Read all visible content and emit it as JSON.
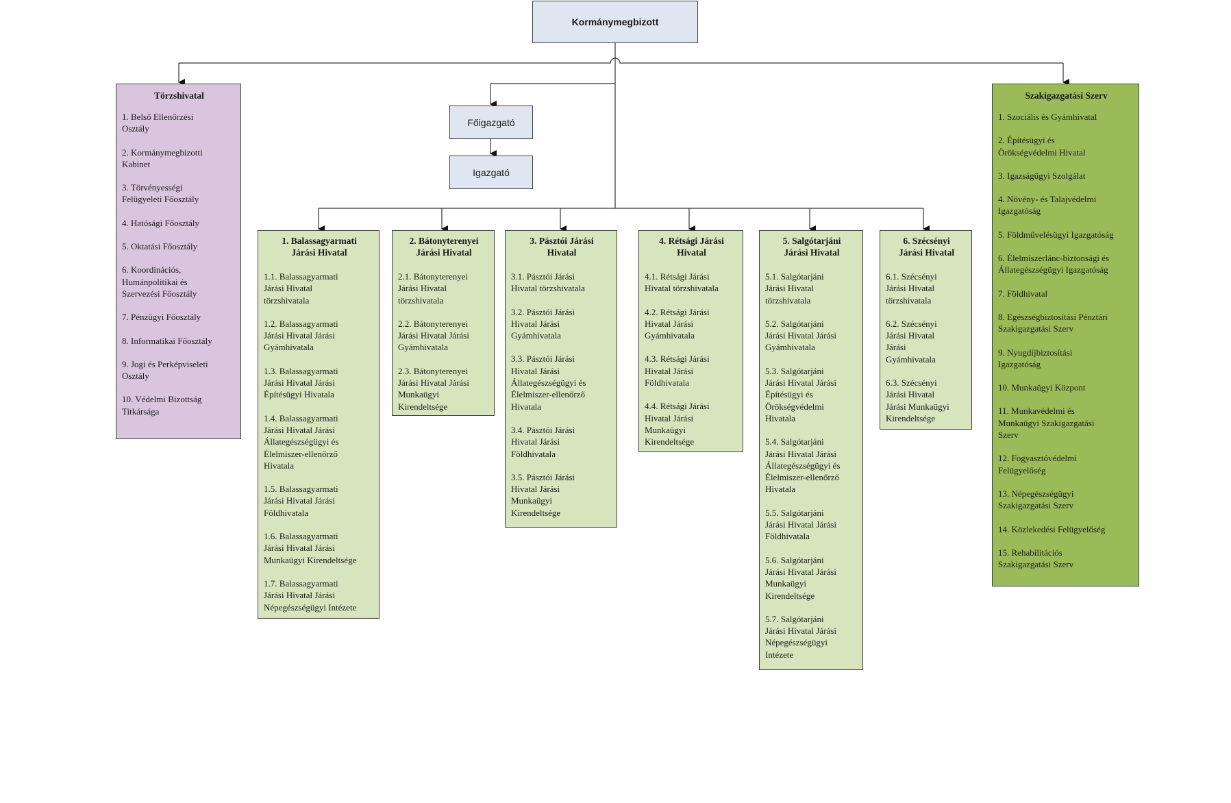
{
  "top": "Kormánymegbizott",
  "foigazgato": "Főigazgató",
  "igazgato": "Igazgató",
  "torzshivatal": {
    "title": "Törzshivatal",
    "items": [
      "1. Belső Ellenőrzési\nOsztály",
      "2. Kormánymegbizotti\nKabinet",
      "3. Törvényességi\nFelügyeleti Főosztály",
      "4. Hatósági Főosztály",
      "5. Oktatási Főosztály",
      "6. Koordinációs,\nHumánpolitikai és\nSzervezési Főosztály",
      "7. Pénzügyi Főosztály",
      "8. Informatikai Főosztály",
      "9. Jogi és Perképviseleti\nOsztály",
      "10. Védelmi Bizottság\nTitkársága"
    ]
  },
  "szakigazgatasi": {
    "title": "Szakigazgatási Szerv",
    "items": [
      "1. Szociális és Gyámhivatal",
      "2. Építésügyi és\nÖrökségvédelmi Hivatal",
      "3. Igazságügyi Szolgálat",
      "4. Növény- és Talajvédelmi\nIgazgatóság",
      "5. Földművelésügyi Igazgatóság",
      "6. Élelmiszerlánc-biztonsági és\nÁllategészségügyi Igazgatóság",
      "7. Földhivatal",
      "8. Egészségbiztosítási Pénztári\nSzakigazgatási Szerv",
      "9. Nyugdíjbiztosítási\nIgazgatóság",
      "10. Munkaügyi Központ",
      "11. Munkavédelmi és\nMunkaügyi Szakigazgatási\nSzerv",
      "12. Fogyasztóvédelmi\nFelügyelőség",
      "13. Népegészségügyi\nSzakigazgatási Szerv",
      "14. Közlekedési Felügyelőség",
      "15. Rehabilitációs\nSzakigazgatási Szerv"
    ]
  },
  "jarasi": [
    {
      "title": "1. Balassagyarmati\nJárási Hivatal",
      "items": [
        "1.1. Balassagyarmati\nJárási Hivatal\ntörzshivatala",
        "1.2. Balassagyarmati\nJárási Hivatal Járási\nGyámhivatala",
        "1.3. Balassagyarmati\nJárási Hivatal Járási\nÉpítésügyi Hivatala",
        "1.4. Balassagyarmati\nJárási Hivatal Járási\nÁllategészségügyi és\nÉlelmiszer-ellenőrző\nHivatala",
        "1.5. Balassagyarmati\nJárási Hivatal Járási\nFöldhivatala",
        "1.6. Balassagyarmati\nJárási Hivatal Járási\nMunkaügyi Kirendeltsége",
        "1.7. Balassagyarmati\nJárási Hivatal Járási\nNépegészségügyi Intézete"
      ]
    },
    {
      "title": "2. Bátonyterenyei\nJárási Hivatal",
      "items": [
        "2.1. Bátonyterenyei\nJárási Hivatal\ntörzshivatala",
        "2.2. Bátonyterenyei\nJárási Hivatal Járási\nGyámhivatala",
        "2.3. Bátonyterenyei\nJárási Hivatal Járási\nMunkaügyi\nKirendeltsége"
      ]
    },
    {
      "title": "3. Pásztói Járási\nHivatal",
      "items": [
        "3.1. Pásztói Járási\nHivatal törzshivatala",
        "3.2. Pásztói Járási\nHivatal Járási\nGyámhivatala",
        "3.3. Pásztói Járási\nHivatal Járási\nÁllategészségügyi és\nÉlelmiszer-ellenőrző\nHivatala",
        "3.4. Pásztói Járási\nHivatal Járási\nFöldhivatala",
        "3.5. Pásztói Járási\nHivatal Járási\nMunkaügyi\nKirendeltsége"
      ]
    },
    {
      "title": "4. Rétsági Járási\nHivatal",
      "items": [
        "4.1. Rétsági Járási\nHivatal törzshivatala",
        "4.2. Rétsági Járási\nHivatal Járási\nGyámhivatala",
        "4.3. Rétsági Járási\nHivatal Járási\nFöldhivatala",
        "4.4. Rétsági Járási\nHivatal Járási\nMunkaügyi\nKirendeltsége"
      ]
    },
    {
      "title": "5. Salgótarjáni\nJárási Hivatal",
      "items": [
        "5.1. Salgótarjáni\nJárási Hivatal\ntörzshivatala",
        "5.2. Salgótarjáni\nJárási Hivatal Járási\nGyámhivatala",
        "5.3. Salgótarjáni\nJárási Hivatal Járási\nÉpítésügyi és\nÖrökségvédelmi\nHivatala",
        "5.4. Salgótarjáni\nJárási Hivatal Járási\nÁllategészségügyi és\nÉlelmiszer-ellenőrző\nHivatala",
        "5.5. Salgótarjáni\nJárási Hivatal Járási\nFöldhivatala",
        "5.6. Salgótarjáni\nJárási Hivatal Járási\nMunkaügyi\nKirendeltsége",
        "5.7. Salgótarjáni\nJárási Hivatal Járási\nNépegészségügyi\nIntézete"
      ]
    },
    {
      "title": "6. Szécsényi\nJárási Hivatal",
      "items": [
        "6.1. Szécsényi\nJárási Hivatal\ntörzshivatala",
        "6.2. Szécsényi\nJárási Hivatal\nJárási\nGyámhivatala",
        "6.3. Szécsényi\nJárási Hivatal\nJárási Munkaügyi\nKirendeltsége"
      ]
    }
  ],
  "colors": {
    "top_fill": "#dfe5f1",
    "torzs_fill": "#d9c5de",
    "jarasi_fill": "#d7e4bd",
    "szak_fill": "#9bbb59",
    "border": "#3f3f3f"
  }
}
